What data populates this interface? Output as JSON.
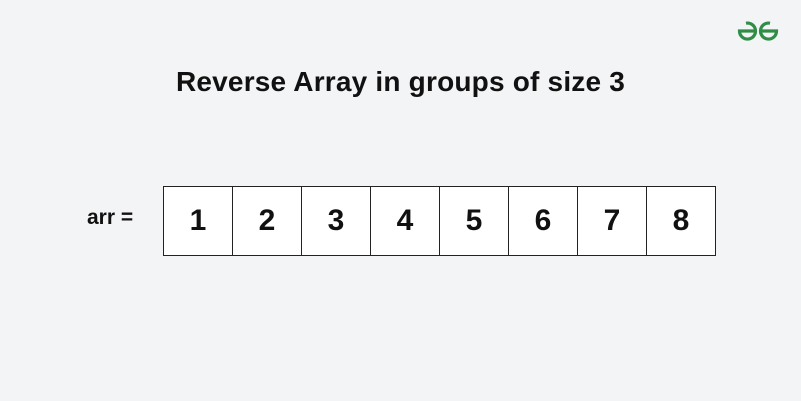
{
  "title": "Reverse Array in groups of size 3",
  "array_label": "arr =",
  "array_values": [
    "1",
    "2",
    "3",
    "4",
    "5",
    "6",
    "7",
    "8"
  ],
  "logo": {
    "icon": "gfg-logo-icon",
    "color": "#2f8d46"
  },
  "colors": {
    "background": "#f3f4f6",
    "text": "#111111",
    "cell_border": "#222222",
    "cell_fill": "#ffffff"
  }
}
